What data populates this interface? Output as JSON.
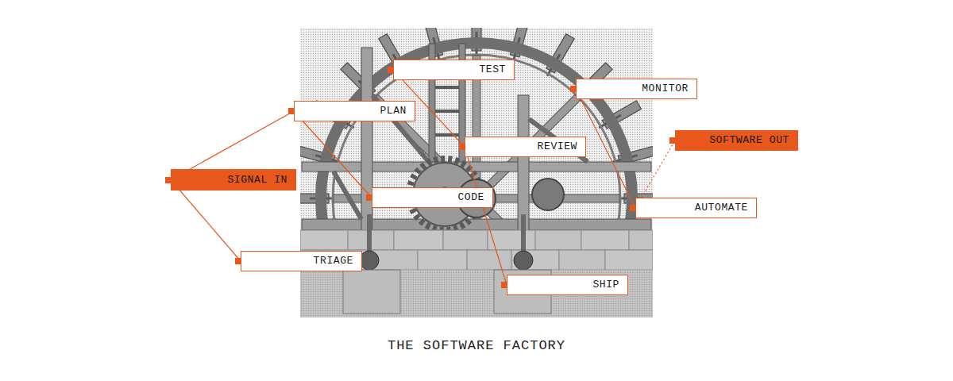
{
  "diagram": {
    "title": "THE SOFTWARE FACTORY",
    "nodes": [
      {
        "text": [
          "TEST"
        ]
      },
      {
        "text": [
          "MONITOR"
        ]
      },
      {
        "text": [
          "PLAN"
        ]
      },
      {
        "text": [
          "SOFTWARE OUT"
        ]
      },
      {
        "text": [
          "REVIEW"
        ]
      },
      {
        "text": [
          "SIGNAL IN"
        ]
      },
      {
        "text": [
          "CODE"
        ]
      },
      {
        "text": [
          "AUTOMATE"
        ]
      },
      {
        "text": [
          "TRIAGE"
        ]
      },
      {
        "text": [
          "SHIP"
        ]
      }
    ],
    "edges": [
      {
        "from": 5,
        "to": 2,
        "arrow": "none"
      },
      {
        "from": 5,
        "to": 8,
        "arrow": "none"
      },
      {
        "from": 2,
        "to": 6,
        "arrow": "none"
      },
      {
        "from": 0,
        "to": 4,
        "arrow": "none"
      },
      {
        "from": 4,
        "to": 9,
        "arrow": "none"
      },
      {
        "from": 1,
        "to": 7,
        "arrow": "none"
      },
      {
        "from": 7,
        "to": 3,
        "arrow": "none"
      }
    ]
  }
}
